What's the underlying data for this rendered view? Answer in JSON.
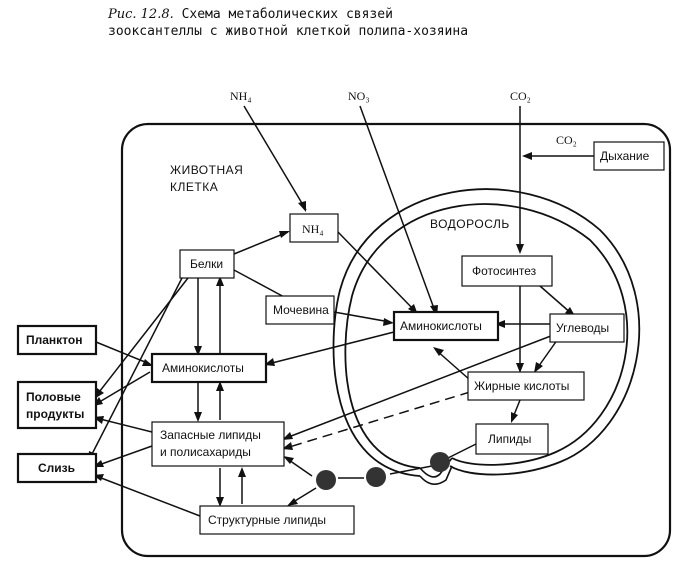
{
  "caption": {
    "prefix": "Рис. 12.8.",
    "text": "Схема метаболических связей зооксантеллы с животной клеткой полипа-хозяина"
  },
  "sections": {
    "animal_cell": [
      "ЖИВОТНАЯ",
      "КЛЕТКА"
    ],
    "alga": "ВОДОРОСЛЬ"
  },
  "inputs": {
    "nh4": "NH₄",
    "no3": "NO₃",
    "co2_top": "CO₂",
    "co2_side": "CO₂"
  },
  "nodes": {
    "nh4_inner": "NH₄",
    "belki": "Белки",
    "mochevina": "Мочевина",
    "aminokisloty_animal": "Аминокислоты",
    "aminokisloty_alga": "Аминокислоты",
    "zapasnye": [
      "Запасные липиды",
      "и полисахариды"
    ],
    "strukturnye": "Структурные липиды",
    "fotosintez": "Фотосинтез",
    "uglevody": "Углеводы",
    "zhirnye": "Жирные кислоты",
    "lipidy": "Липиды",
    "dykhanie": "Дыхание",
    "plankton": "Планктон",
    "polovye": [
      "Половые",
      "продукты"
    ],
    "sliz": "Слизь"
  }
}
